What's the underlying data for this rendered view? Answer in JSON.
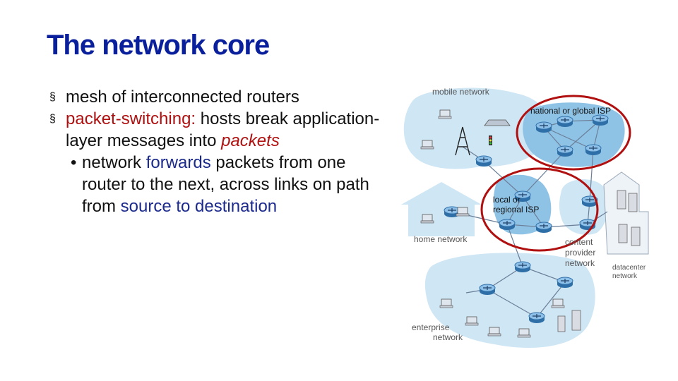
{
  "slide": {
    "title": "The network core",
    "bullet_mark": "§",
    "sub_mark": "•"
  },
  "bullets": {
    "b1": "mesh of interconnected routers",
    "b2_term": "packet-switching:",
    "b2_rest": " hosts break application-layer messages into ",
    "b2_em": "packets",
    "sub_a": "network ",
    "sub_forwards": "forwards",
    "sub_b": " packets from one router to the next, across links on path from ",
    "sub_path": "source to destination"
  },
  "diagram": {
    "mobile": "mobile network",
    "national": "national or global ISP",
    "local_1": "local or",
    "local_2": "regional ISP",
    "home": "home network",
    "content_1": "content",
    "content_2": "provider",
    "content_3": "network",
    "datacenter_1": "datacenter",
    "datacenter_2": "network",
    "enterprise_1": "enterprise",
    "enterprise_2": "network"
  },
  "colors": {
    "title": "#0a1f9c",
    "highlight_ring": "#b01010",
    "region_fill": "#cfe6f4",
    "isp_fill": "#8fc3e6"
  }
}
